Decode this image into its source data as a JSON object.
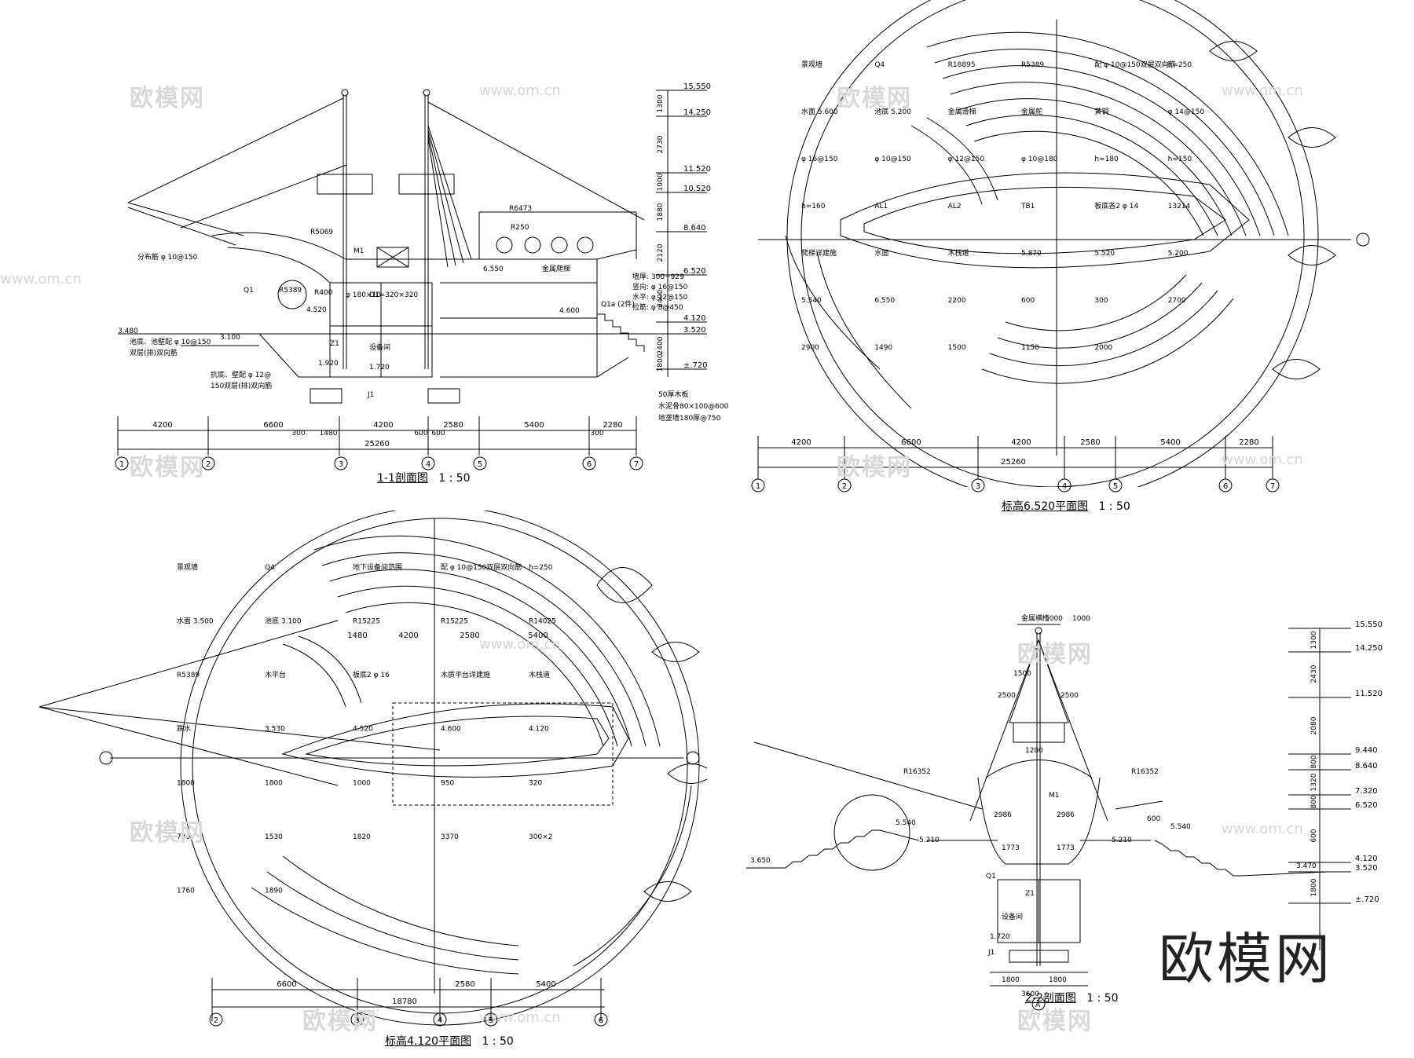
{
  "brand": "欧模网",
  "watermark": "欧模网",
  "watermark_url": "www.om.cn",
  "drawings": {
    "section_1_1": {
      "title": "1-1剖面图",
      "scale": "1 : 50",
      "elevations": [
        "15.550",
        "14.250",
        "11.520",
        "10.520",
        "8.640",
        "6.520",
        "4.120",
        "3.520",
        "±.720"
      ],
      "vdims": [
        "1300",
        "2730",
        "1000",
        "1880",
        "2120",
        "2400",
        "2400",
        "1800"
      ],
      "bottom_dims": [
        "4200",
        "6600",
        "4200",
        "2580",
        "5400",
        "2280"
      ],
      "sub_dims": [
        "300",
        "1480",
        "600",
        "600",
        "300"
      ],
      "total": "25260",
      "axes": [
        "1",
        "2",
        "3",
        "4",
        "5",
        "6",
        "7"
      ],
      "labels": [
        "分布筋 φ 10@150",
        "池底、池壁配 φ 10@150",
        "双层(排)双向筋",
        "抗底、壁配 φ 12@",
        "150双层(排)双向筋",
        "设备间",
        "金属爬梯",
        "50厚木板",
        "水泥骨80×100@600",
        "地垄墙180厚@750",
        "墙厚: 300~929",
        "竖向: φ 16@150",
        "水平: φ 12@150",
        "拉筋: φ 8@450",
        "Q1a (2件)",
        "R6473",
        "R5069",
        "R5389",
        "R400",
        "R250",
        "3.100",
        "3.480",
        "4.520",
        "1.920",
        "1.720",
        "6.550",
        "4.600",
        "φ 180×10",
        "D1=320×320",
        "Q1",
        "M1",
        "Z1",
        "J1"
      ]
    },
    "plan_6520": {
      "title": "标高6.520平面图",
      "scale": "1 : 50",
      "bottom_dims": [
        "4200",
        "6600",
        "4200",
        "2580",
        "5400",
        "2280"
      ],
      "total": "25260",
      "axes": [
        "1",
        "2",
        "3",
        "4",
        "5",
        "6",
        "7"
      ],
      "labels": [
        "景观墙",
        "Q4",
        "R18895",
        "R5389",
        "配 φ 10@150双层双向筋",
        "h=250",
        "水面 5.600",
        "池底 5.200",
        "金属滑梯",
        "金属舵",
        "黄铜",
        "φ 14@150",
        "φ 16@150",
        "φ 10@150",
        "φ 12@150",
        "φ 10@180",
        "h=180",
        "h=150",
        "h=160",
        "AL1",
        "AL2",
        "TB1",
        "板底各2 φ 14",
        "13214",
        "爬梯详建施",
        "水面",
        "木栈道",
        "5.870",
        "5.520",
        "5.200",
        "5.540",
        "6.550",
        "2200",
        "600",
        "300",
        "2700",
        "2900",
        "1490",
        "1500",
        "1150",
        "2000"
      ]
    },
    "plan_4120": {
      "title": "标高4.120平面图",
      "scale": "1 : 50",
      "top_dims": [
        "1480",
        "4200",
        "2580",
        "5400"
      ],
      "bottom_dims": [
        "6600",
        "2580",
        "5400"
      ],
      "total": "18780",
      "axes": [
        "2",
        "3",
        "4",
        "5",
        "6"
      ],
      "labels": [
        "景观墙",
        "Q4",
        "地下设备间范围",
        "配 φ 10@150双层双向筋",
        "h=250",
        "水面 3.500",
        "池底 3.100",
        "R15225",
        "R15225",
        "R14025",
        "R5389",
        "木平台",
        "板底2 φ 16",
        "木质平台详建施",
        "木栈道",
        "跌水",
        "3.530",
        "4.520",
        "4.600",
        "4.120",
        "1800",
        "1800",
        "1000",
        "950",
        "320",
        "730",
        "1530",
        "1820",
        "3370",
        "300×2",
        "1760",
        "1890"
      ]
    },
    "section_2_2": {
      "title": "2-2剖面图",
      "scale": "1 : 50",
      "elevations": [
        "15.550",
        "14.250",
        "11.520",
        "9.440",
        "8.640",
        "7.320",
        "6.520",
        "4.120",
        "3.520",
        "±.720"
      ],
      "vdims": [
        "1300",
        "2430",
        "2080",
        "800",
        "1320",
        "800",
        "600",
        "1800"
      ],
      "labels": [
        "金属横桁",
        "1000",
        "1000",
        "1500",
        "2500",
        "2500",
        "1200",
        "R16352",
        "R16352",
        "M1",
        "2986",
        "2986",
        "1773",
        "1773",
        "5.540",
        "5.210",
        "5.210",
        "5.540",
        "3.650",
        "3.470",
        "600",
        "Q1",
        "Z1",
        "设备间",
        "1.720",
        "J1",
        "1800",
        "1800",
        "3600",
        "A"
      ]
    }
  }
}
